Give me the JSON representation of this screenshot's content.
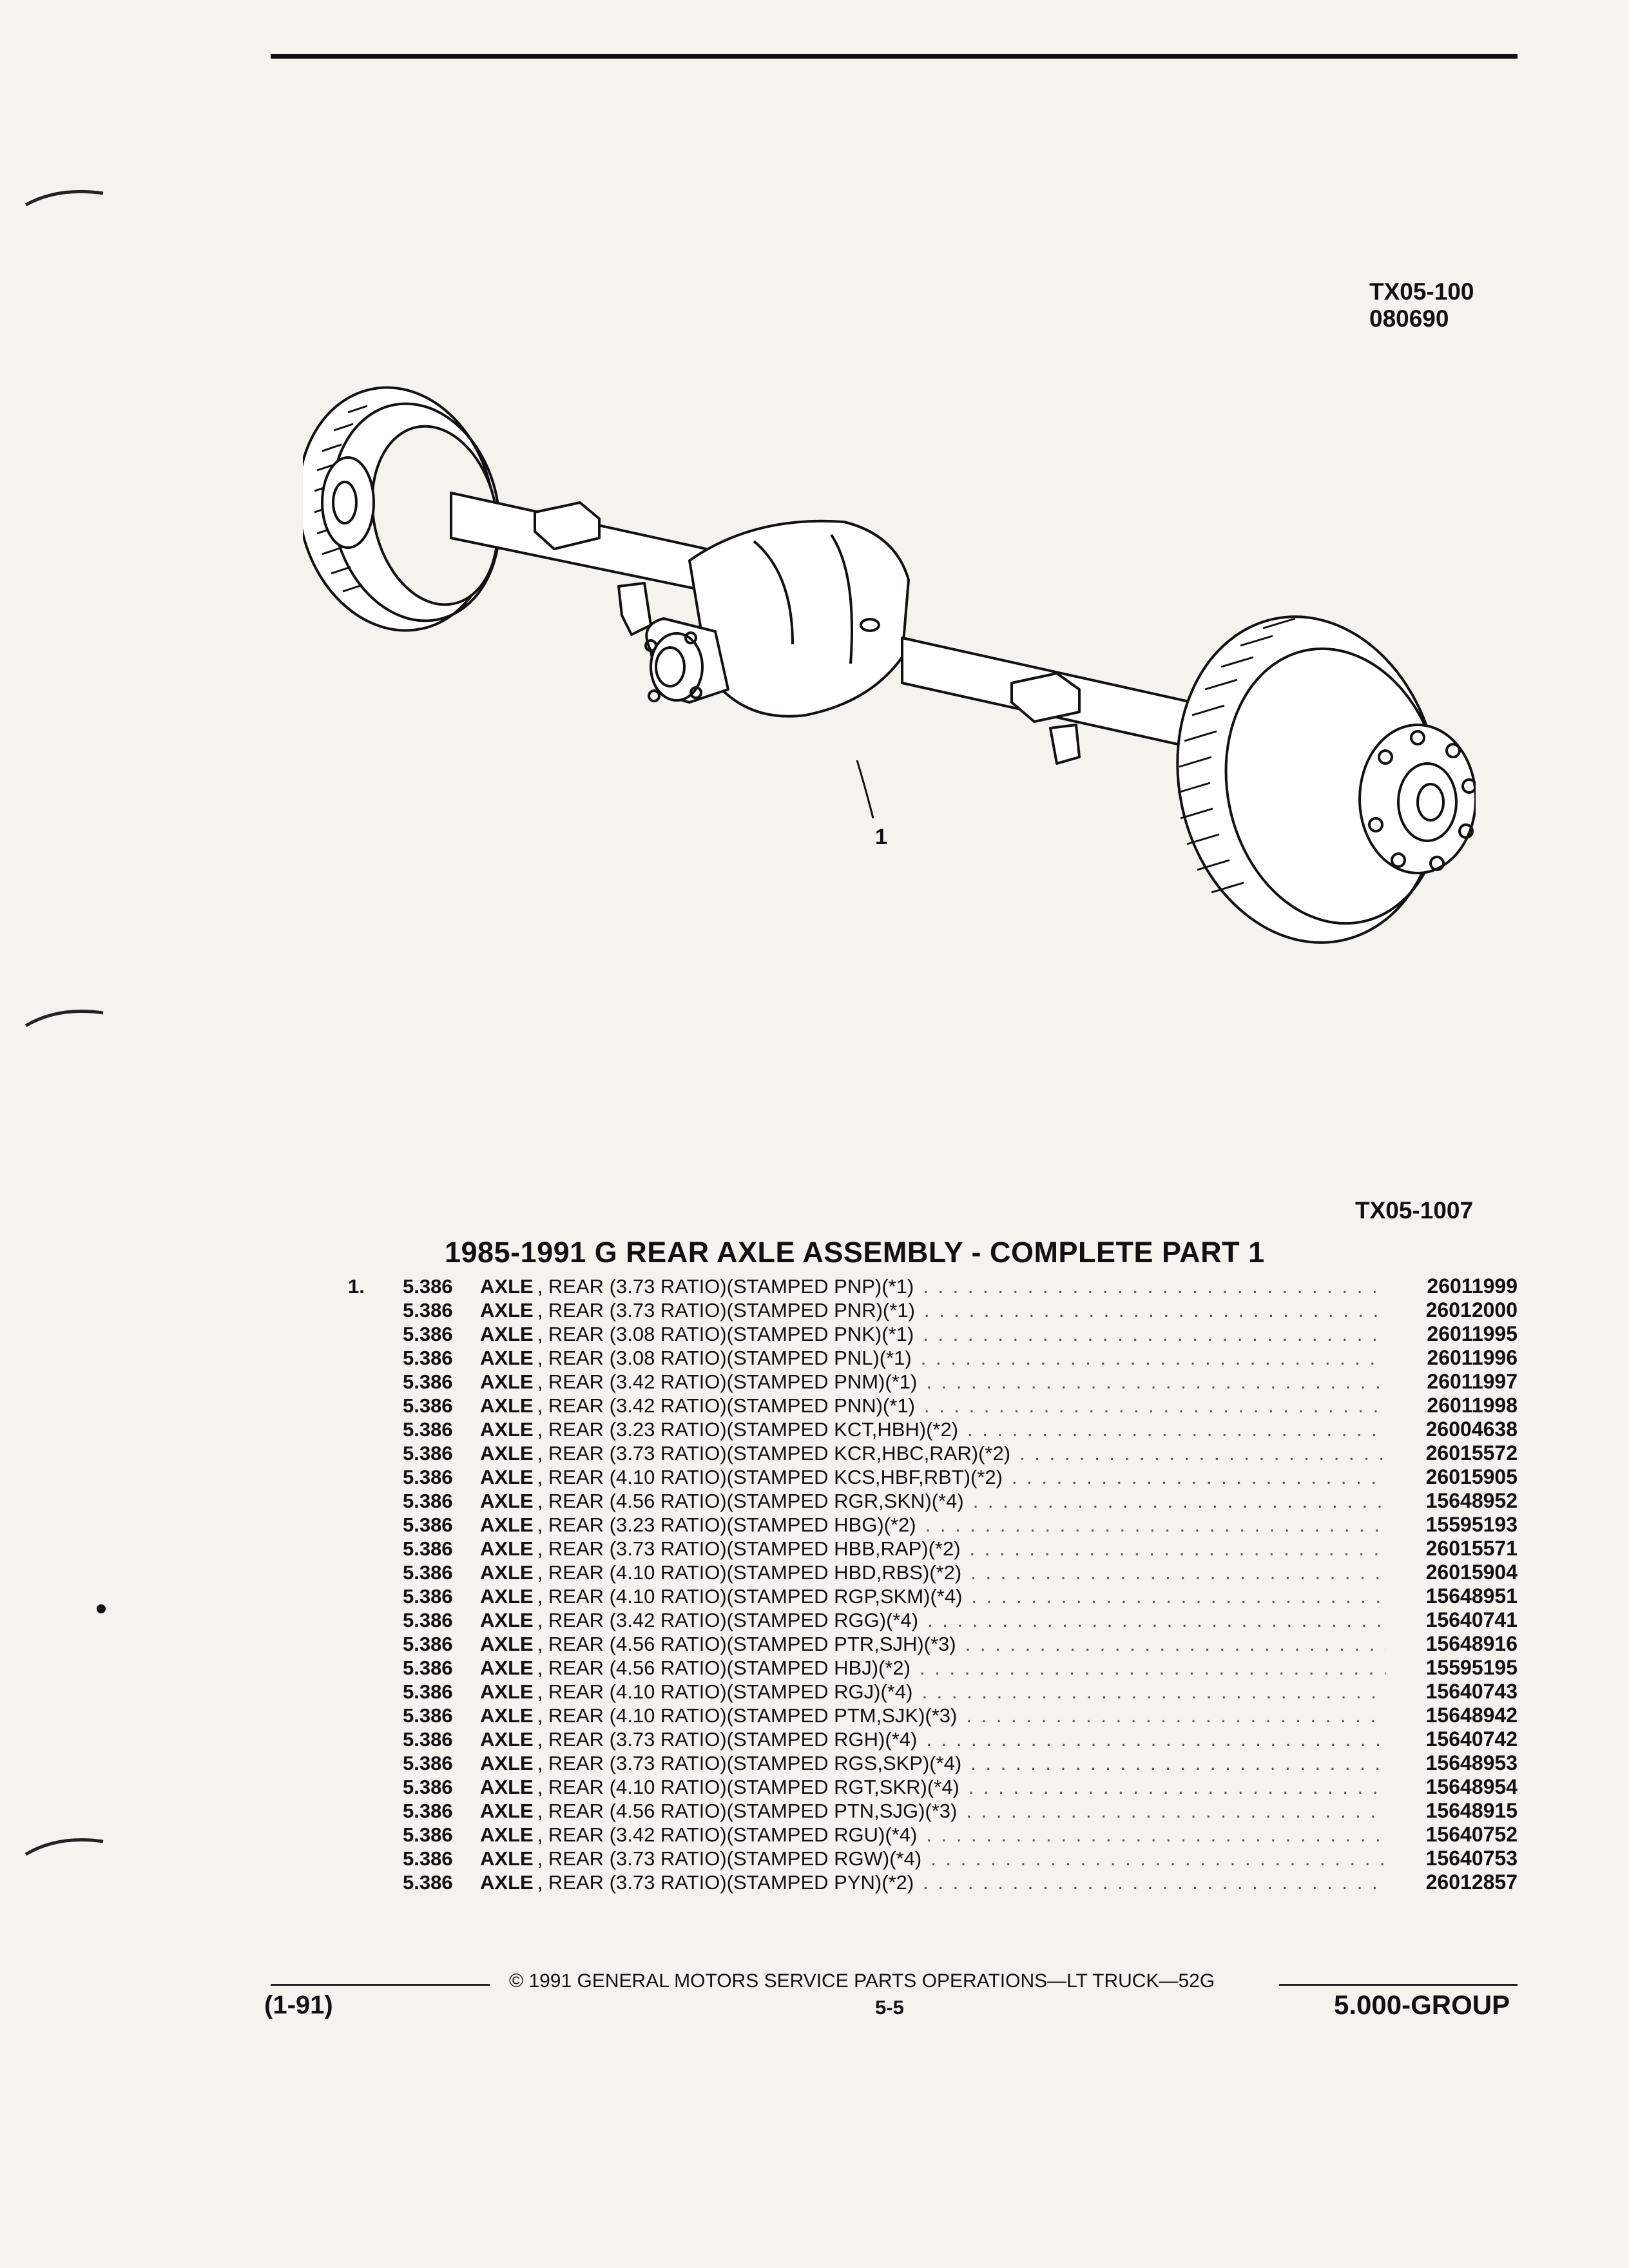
{
  "header": {
    "code1": "TX05-100",
    "code2": "080690"
  },
  "figure": {
    "callout": "1",
    "code": "TX05-1007"
  },
  "title": "1985-1991 G REAR AXLE ASSEMBLY - COMPLETE PART 1",
  "parts": [
    {
      "item": "1.",
      "group": "5.386",
      "name": "AXLE",
      "desc": ", REAR (3.73 RATIO)(STAMPED PNP)(*1)",
      "part": "26011999"
    },
    {
      "item": "",
      "group": "5.386",
      "name": "AXLE",
      "desc": ", REAR (3.73 RATIO)(STAMPED PNR)(*1)",
      "part": "26012000"
    },
    {
      "item": "",
      "group": "5.386",
      "name": "AXLE",
      "desc": ", REAR (3.08 RATIO)(STAMPED PNK)(*1)",
      "part": "26011995"
    },
    {
      "item": "",
      "group": "5.386",
      "name": "AXLE",
      "desc": ", REAR (3.08 RATIO)(STAMPED PNL)(*1)",
      "part": "26011996"
    },
    {
      "item": "",
      "group": "5.386",
      "name": "AXLE",
      "desc": ", REAR (3.42 RATIO)(STAMPED PNM)(*1)",
      "part": "26011997"
    },
    {
      "item": "",
      "group": "5.386",
      "name": "AXLE",
      "desc": ", REAR (3.42 RATIO)(STAMPED PNN)(*1)",
      "part": "26011998"
    },
    {
      "item": "",
      "group": "5.386",
      "name": "AXLE",
      "desc": ", REAR (3.23 RATIO)(STAMPED KCT,HBH)(*2)",
      "part": "26004638"
    },
    {
      "item": "",
      "group": "5.386",
      "name": "AXLE",
      "desc": ", REAR (3.73 RATIO)(STAMPED KCR,HBC,RAR)(*2)",
      "part": "26015572"
    },
    {
      "item": "",
      "group": "5.386",
      "name": "AXLE",
      "desc": ", REAR (4.10 RATIO)(STAMPED KCS,HBF,RBT)(*2)",
      "part": "26015905"
    },
    {
      "item": "",
      "group": "5.386",
      "name": "AXLE",
      "desc": ", REAR (4.56 RATIO)(STAMPED RGR,SKN)(*4)",
      "part": "15648952"
    },
    {
      "item": "",
      "group": "5.386",
      "name": "AXLE",
      "desc": ", REAR (3.23 RATIO)(STAMPED HBG)(*2)",
      "part": "15595193"
    },
    {
      "item": "",
      "group": "5.386",
      "name": "AXLE",
      "desc": ", REAR (3.73 RATIO)(STAMPED HBB,RAP)(*2)",
      "part": "26015571"
    },
    {
      "item": "",
      "group": "5.386",
      "name": "AXLE",
      "desc": ", REAR (4.10 RATIO)(STAMPED HBD,RBS)(*2)",
      "part": "26015904"
    },
    {
      "item": "",
      "group": "5.386",
      "name": "AXLE",
      "desc": ", REAR (4.10 RATIO)(STAMPED RGP,SKM)(*4)",
      "part": "15648951"
    },
    {
      "item": "",
      "group": "5.386",
      "name": "AXLE",
      "desc": ", REAR (3.42 RATIO)(STAMPED RGG)(*4)",
      "part": "15640741"
    },
    {
      "item": "",
      "group": "5.386",
      "name": "AXLE",
      "desc": ", REAR (4.56 RATIO)(STAMPED PTR,SJH)(*3)",
      "part": "15648916"
    },
    {
      "item": "",
      "group": "5.386",
      "name": "AXLE",
      "desc": ", REAR (4.56 RATIO)(STAMPED HBJ)(*2)",
      "part": "15595195"
    },
    {
      "item": "",
      "group": "5.386",
      "name": "AXLE",
      "desc": ", REAR (4.10 RATIO)(STAMPED RGJ)(*4)",
      "part": "15640743"
    },
    {
      "item": "",
      "group": "5.386",
      "name": "AXLE",
      "desc": ", REAR (4.10 RATIO)(STAMPED PTM,SJK)(*3)",
      "part": "15648942"
    },
    {
      "item": "",
      "group": "5.386",
      "name": "AXLE",
      "desc": ", REAR (3.73 RATIO)(STAMPED RGH)(*4)",
      "part": "15640742"
    },
    {
      "item": "",
      "group": "5.386",
      "name": "AXLE",
      "desc": ", REAR (3.73 RATIO)(STAMPED RGS,SKP)(*4)",
      "part": "15648953"
    },
    {
      "item": "",
      "group": "5.386",
      "name": "AXLE",
      "desc": ", REAR (4.10 RATIO)(STAMPED RGT,SKR)(*4)",
      "part": "15648954"
    },
    {
      "item": "",
      "group": "5.386",
      "name": "AXLE",
      "desc": ", REAR (4.56 RATIO)(STAMPED PTN,SJG)(*3)",
      "part": "15648915"
    },
    {
      "item": "",
      "group": "5.386",
      "name": "AXLE",
      "desc": ", REAR (3.42 RATIO)(STAMPED RGU)(*4)",
      "part": "15640752"
    },
    {
      "item": "",
      "group": "5.386",
      "name": "AXLE",
      "desc": ", REAR (3.73 RATIO)(STAMPED RGW)(*4)",
      "part": "15640753"
    },
    {
      "item": "",
      "group": "5.386",
      "name": "AXLE",
      "desc": ", REAR (3.73 RATIO)(STAMPED PYN)(*2)",
      "part": "26012857"
    }
  ],
  "footer": {
    "copyright": "© 1991 GENERAL MOTORS SERVICE PARTS OPERATIONS—LT TRUCK—52G",
    "date": "(1-91)",
    "page": "5-5",
    "group": "5.000-GROUP"
  }
}
